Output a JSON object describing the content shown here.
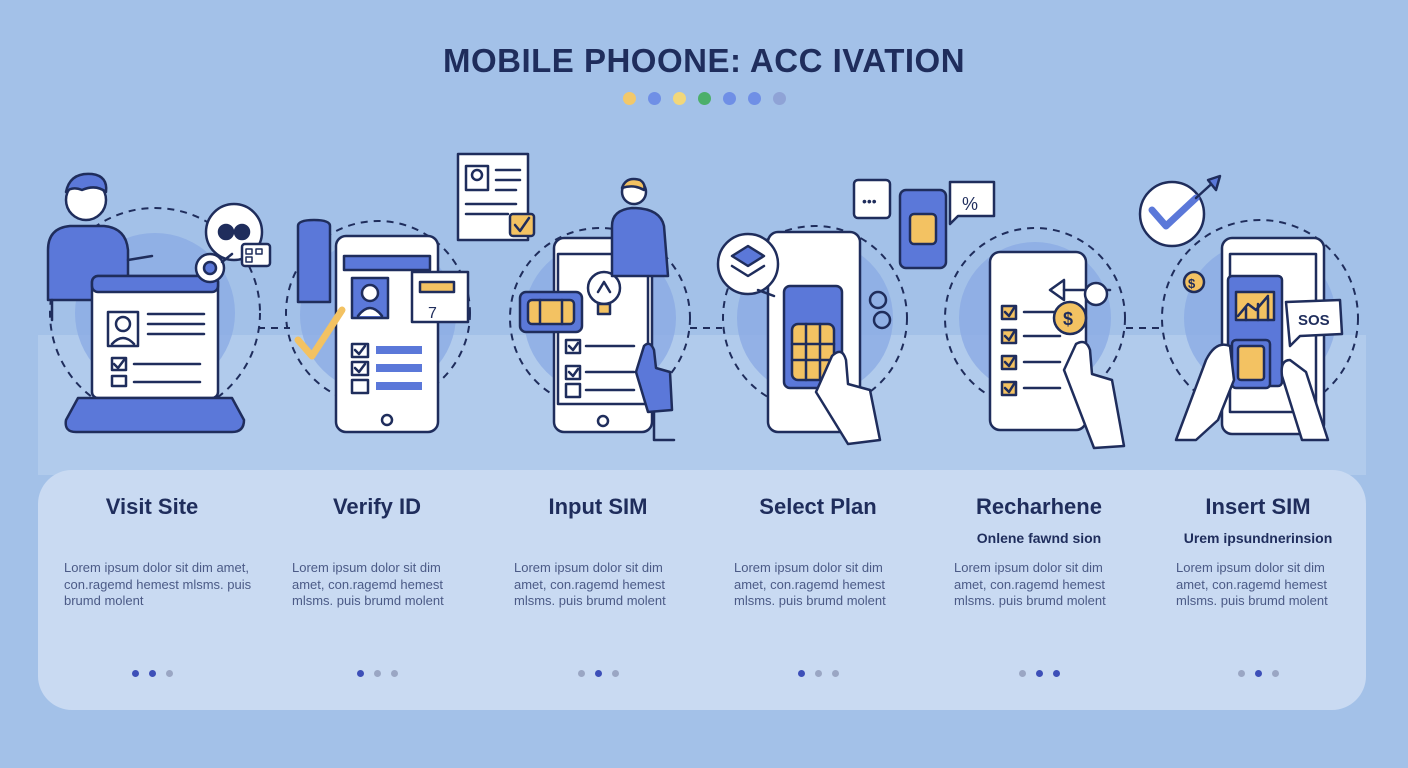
{
  "header": {
    "title": "MOBILE PHOONE: ACC IVATION",
    "dot_colors": [
      "#f2c86a",
      "#6f8fe6",
      "#f2d77a",
      "#4caf6a",
      "#6f8fe6",
      "#6f8fe6",
      "#8fa3d6"
    ]
  },
  "palette": {
    "accent": "#5b78d9",
    "navy": "#1f2d5c",
    "yellow": "#f3c262",
    "panel": "#c9daf2",
    "background": "#a3c1e8"
  },
  "steps": [
    {
      "label": "Visit Site",
      "sub": "",
      "desc": "Lorem ipsum dolor sit dim amet, con.ragemd hemest mlsms. puis brumd molent",
      "active_dot": 1
    },
    {
      "label": "Verify ID",
      "sub": "",
      "desc": "Lorem ipsum dolor sit dim amet, con.ragemd hemest mlsms. puis brumd molent",
      "active_dot": 0
    },
    {
      "label": "Input SIM",
      "sub": "",
      "desc": "Lorem ipsum dolor sit dim amet, con.ragemd hemest mlsms. puis brumd molent",
      "active_dot": 1
    },
    {
      "label": "Select Plan",
      "sub": "",
      "desc": "Lorem ipsum dolor sit dim amet, con.ragemd hemest mlsms. puis brumd molent",
      "active_dot": 0
    },
    {
      "label": "Recharhene",
      "sub": "Onlene fawnd sion",
      "desc": "Lorem ipsum dolor sit dim amet, con.ragemd hemest mlsms. puis brumd molent",
      "active_dot": 1
    },
    {
      "label": "Insert SIM",
      "sub": "Urem ipsundnerinsion",
      "desc": "Lorem ipsum dolor sit dim amet, con.ragemd hemest mlsms. puis brumd molent",
      "active_dot": 1
    }
  ],
  "badges": {
    "id_digit": "7",
    "percent": "%",
    "chat_dots": "•••",
    "dollar": "$",
    "sos": "SOS"
  },
  "icons": [
    "user-icon",
    "laptop-icon",
    "chat-bubble-icon",
    "id-card-icon",
    "checklist-icon",
    "sim-card-icon",
    "lightbulb-icon",
    "hand-pointer-icon",
    "box-icon",
    "dollar-coin-icon",
    "bar-chart-icon",
    "checkmark-badge-icon"
  ]
}
